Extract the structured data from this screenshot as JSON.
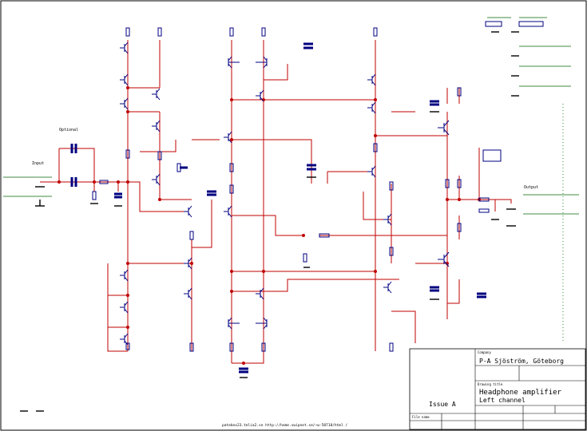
{
  "schematic": {
    "labels": {
      "optional": "Optional",
      "input": "Input",
      "output": "Output",
      "issue": "Issue A",
      "url": "patebox23.telia2.se    http://home.swipnet.se/~w-50718/html /"
    },
    "title_block": {
      "company_label": "Company",
      "company": "P-A Sjöström, Göteborg",
      "drawing_title_label": "Drawing title",
      "drawing_title": "Headphone amplifier",
      "drawing_subtitle": "Left channel",
      "file_name_label": "File name"
    },
    "footer_marks": [
      "Issue A"
    ]
  }
}
